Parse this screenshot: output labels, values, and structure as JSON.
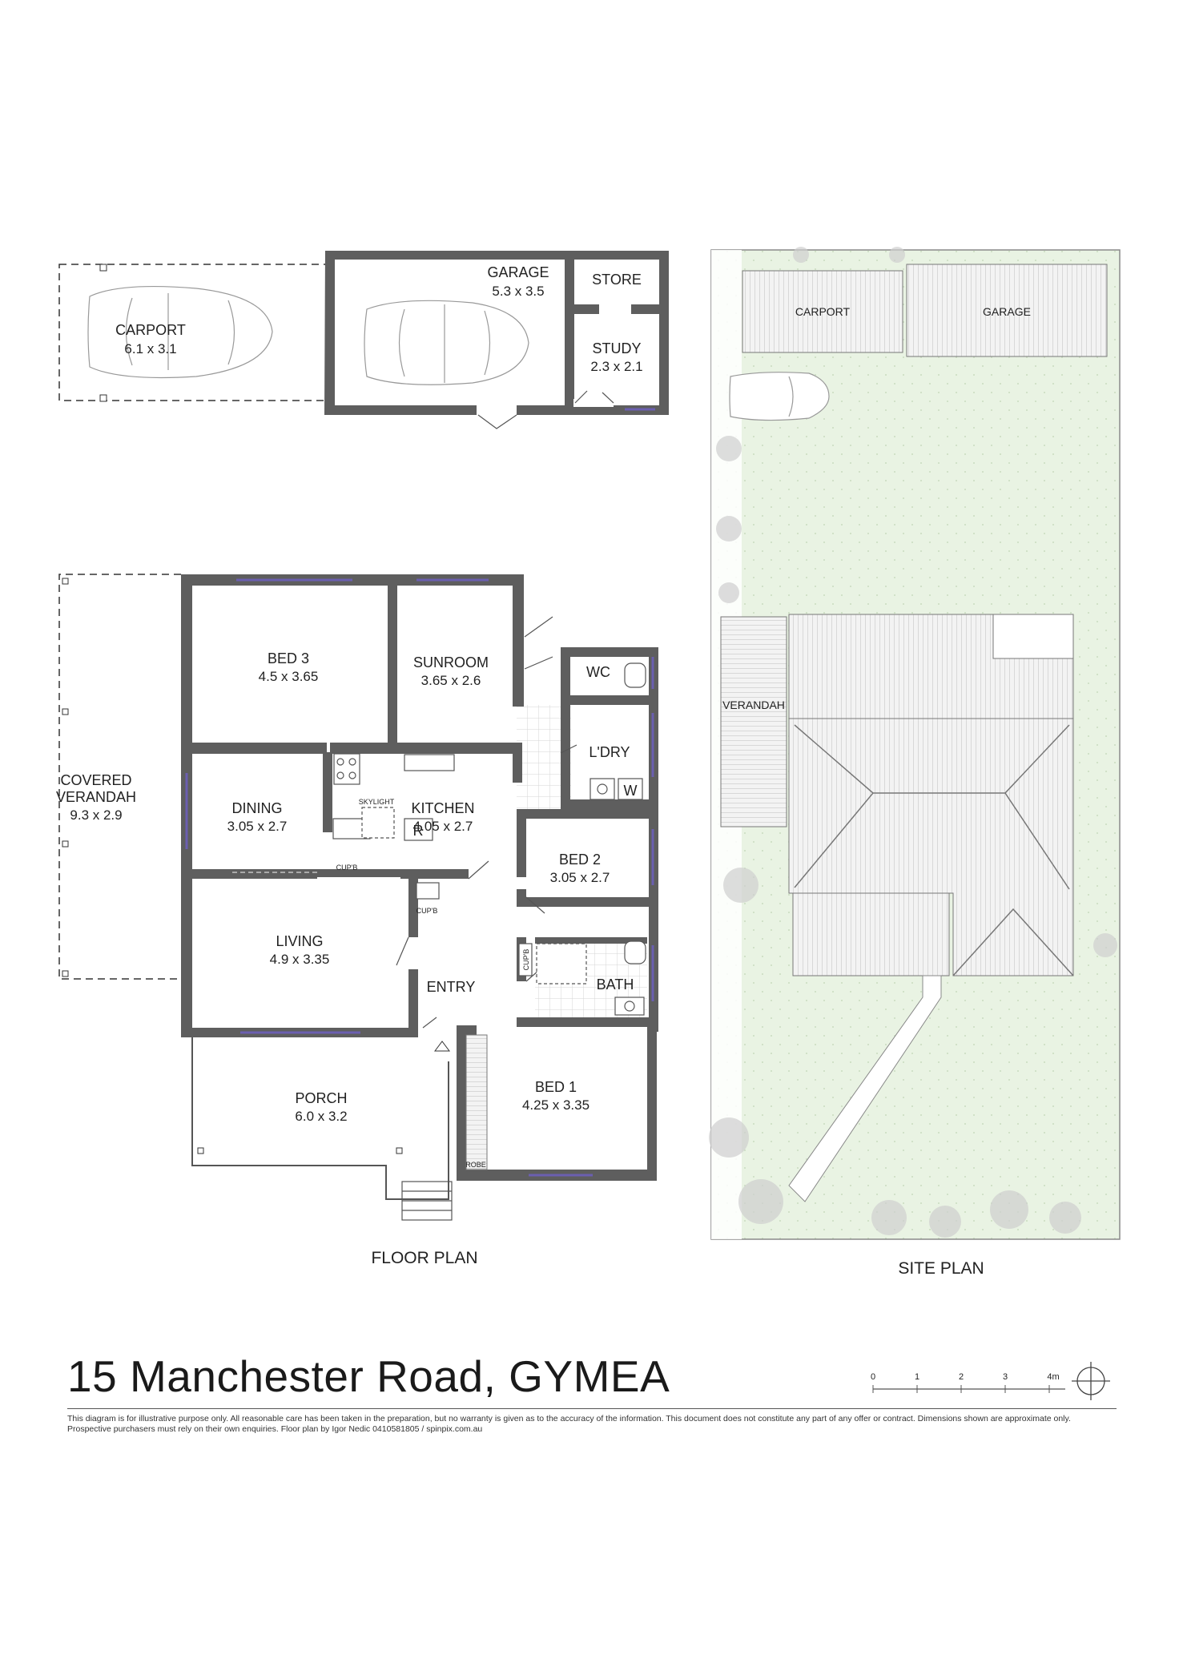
{
  "address": "15 Manchester Road, GYMEA",
  "disclaimer": {
    "line1": "This diagram is for illustrative purpose only. All reasonable care has been taken in the preparation, but no warranty is given as to the accuracy of the information. This document does not constitute any part of any offer or contract. Dimensions shown are approximate only.",
    "line2": "Prospective purchasers must rely on their own enquiries. Floor plan by Igor Nedic 0410581805 / spinpix.com.au"
  },
  "scale": {
    "ticks": [
      "0",
      "1",
      "2",
      "3",
      "4m"
    ]
  },
  "outbuilding": {
    "carport": {
      "name": "CARPORT",
      "dims": "6.1 x 3.1"
    },
    "garage": {
      "name": "GARAGE",
      "dims": "5.3 x 3.5"
    },
    "store": {
      "name": "STORE"
    },
    "study": {
      "name": "STUDY",
      "dims": "2.3 x 2.1"
    }
  },
  "rooms": {
    "covered_verandah": {
      "name1": "COVERED",
      "name2": "VERANDAH",
      "dims": "9.3 x 2.9"
    },
    "bed3": {
      "name": "BED 3",
      "dims": "4.5 x 3.65"
    },
    "sunroom": {
      "name": "SUNROOM",
      "dims": "3.65 x 2.6"
    },
    "wc": {
      "name": "WC"
    },
    "laundry": {
      "name": "L'DRY"
    },
    "dining": {
      "name": "DINING",
      "dims": "3.05 x 2.7"
    },
    "kitchen": {
      "name": "KITCHEN",
      "dims": "4.05 x 2.7"
    },
    "bed2": {
      "name": "BED 2",
      "dims": "3.05 x 2.7"
    },
    "living": {
      "name": "LIVING",
      "dims": "4.9 x 3.35"
    },
    "entry": {
      "name": "ENTRY"
    },
    "bath": {
      "name": "BATH"
    },
    "porch": {
      "name": "PORCH",
      "dims": "6.0 x 3.2"
    },
    "bed1": {
      "name": "BED 1",
      "dims": "4.25 x 3.35"
    }
  },
  "fixtures": {
    "skylight": "SKYLIGHT",
    "cupboard": "CUP'B",
    "robe": "ROBE",
    "fridge": "R",
    "washer": "W"
  },
  "captions": {
    "floor_plan": "FLOOR PLAN",
    "site_plan": "SITE PLAN"
  },
  "site": {
    "carport": "CARPORT",
    "garage": "GARAGE",
    "verandah": "VERANDAH"
  }
}
